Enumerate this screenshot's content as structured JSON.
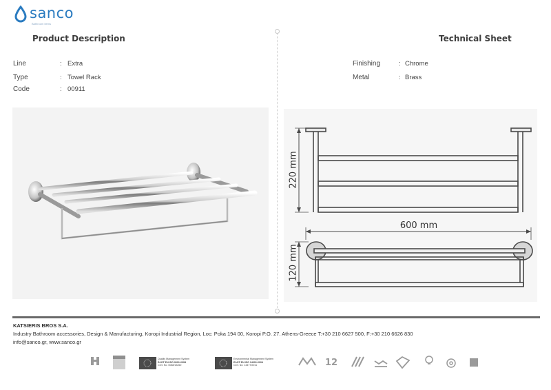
{
  "brand": {
    "name": "sanco",
    "tagline": "Bathroom items"
  },
  "left_heading": "Product Description",
  "right_heading": "Technical Sheet",
  "specs_left": [
    {
      "label": "Line",
      "value": "Extra"
    },
    {
      "label": "Type",
      "value": "Towel Rack"
    },
    {
      "label": "Code",
      "value": "00911"
    }
  ],
  "specs_right": [
    {
      "label": "Finishing",
      "value": "Chrome"
    },
    {
      "label": "Metal",
      "value": "Brass"
    }
  ],
  "separator": ":",
  "dimensions": {
    "height": "220 mm",
    "width": "600 mm",
    "depth": "120 mm"
  },
  "footer": {
    "company": "KATSIERIS BROS S.A.",
    "line1": "Industry Bathroom accessories, Design & Manufacturing, Koropi Industrial Region, Loc: Poka 194 00, Koropi P.O. 27. Athens-Greece  T:+30 210 6627 500, F:+30 210 6626 830",
    "line2": "info@sanco.gr, www.sanco.gr"
  },
  "certs": {
    "iso9001": [
      "Quality Management System",
      "ΕΛΟΤ EN ISO 9001:2008",
      "Cert. No: 0068/13260"
    ],
    "iso14001": [
      "Environmental Management System",
      "ΕΛΟΤ EN ISO 14001:2004",
      "Cert. No: 14477/2011"
    ],
    "warranty_years": "12"
  },
  "colors": {
    "brand_blue": "#2a7bc0",
    "rule": "#6a6a6a"
  }
}
